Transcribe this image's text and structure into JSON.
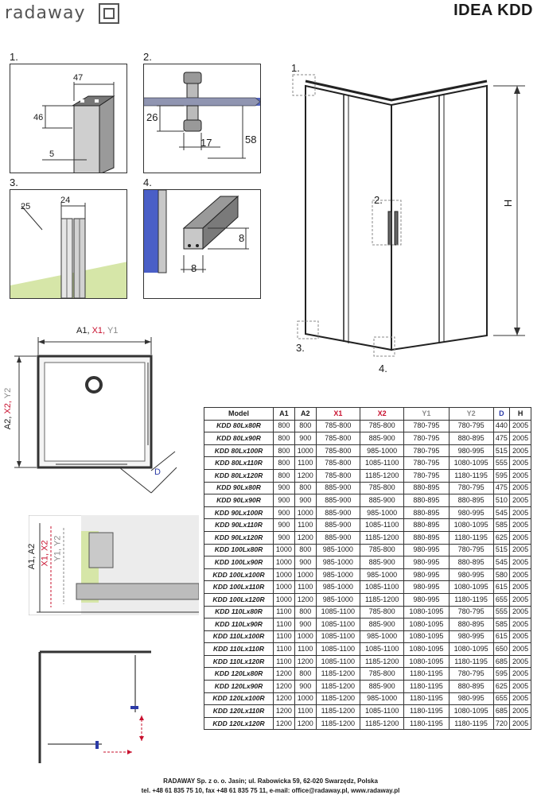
{
  "header": {
    "brand": "radaway",
    "title": "IDEA KDD"
  },
  "details": {
    "d1": {
      "label": "1.",
      "dim_top": "47",
      "dim_left": "46",
      "dim_bottom": "5"
    },
    "d2": {
      "label": "2.",
      "dim_left": "26",
      "dim_bottom": "17",
      "dim_right": "58"
    },
    "d3": {
      "label": "3.",
      "dim_small": "25",
      "dim_top": "24"
    },
    "d4": {
      "label": "4.",
      "dim_right": "8",
      "dim_bottom": "8"
    }
  },
  "front_view": {
    "marker1": "1.",
    "marker2": "2.",
    "marker3": "3.",
    "marker4": "4.",
    "height_label": "H"
  },
  "plan_view": {
    "top_a1": "A1,",
    "top_x1": "X1,",
    "top_y1": "Y1",
    "side_a2": "A2,",
    "side_x2": "X2,",
    "side_y2": "Y2",
    "diag": "D"
  },
  "section_view": {
    "a": "A1, A2",
    "x": "X1, X2",
    "y": "Y1, Y2"
  },
  "table": {
    "headers": [
      "Model",
      "A1",
      "A2",
      "X1",
      "X2",
      "Y1",
      "Y2",
      "D",
      "H"
    ],
    "rows": [
      [
        "KDD 80Lx80R",
        "800",
        "800",
        "785-800",
        "785-800",
        "780-795",
        "780-795",
        "440",
        "2005"
      ],
      [
        "KDD 80Lx90R",
        "800",
        "900",
        "785-800",
        "885-900",
        "780-795",
        "880-895",
        "475",
        "2005"
      ],
      [
        "KDD 80Lx100R",
        "800",
        "1000",
        "785-800",
        "985-1000",
        "780-795",
        "980-995",
        "515",
        "2005"
      ],
      [
        "KDD 80Lx110R",
        "800",
        "1100",
        "785-800",
        "1085-1100",
        "780-795",
        "1080-1095",
        "555",
        "2005"
      ],
      [
        "KDD 80Lx120R",
        "800",
        "1200",
        "785-800",
        "1185-1200",
        "780-795",
        "1180-1195",
        "595",
        "2005"
      ],
      [
        "KDD 90Lx80R",
        "900",
        "800",
        "885-900",
        "785-800",
        "880-895",
        "780-795",
        "475",
        "2005"
      ],
      [
        "KDD 90Lx90R",
        "900",
        "900",
        "885-900",
        "885-900",
        "880-895",
        "880-895",
        "510",
        "2005"
      ],
      [
        "KDD 90Lx100R",
        "900",
        "1000",
        "885-900",
        "985-1000",
        "880-895",
        "980-995",
        "545",
        "2005"
      ],
      [
        "KDD 90Lx110R",
        "900",
        "1100",
        "885-900",
        "1085-1100",
        "880-895",
        "1080-1095",
        "585",
        "2005"
      ],
      [
        "KDD 90Lx120R",
        "900",
        "1200",
        "885-900",
        "1185-1200",
        "880-895",
        "1180-1195",
        "625",
        "2005"
      ],
      [
        "KDD 100Lx80R",
        "1000",
        "800",
        "985-1000",
        "785-800",
        "980-995",
        "780-795",
        "515",
        "2005"
      ],
      [
        "KDD 100Lx90R",
        "1000",
        "900",
        "985-1000",
        "885-900",
        "980-995",
        "880-895",
        "545",
        "2005"
      ],
      [
        "KDD 100Lx100R",
        "1000",
        "1000",
        "985-1000",
        "985-1000",
        "980-995",
        "980-995",
        "580",
        "2005"
      ],
      [
        "KDD 100Lx110R",
        "1000",
        "1100",
        "985-1000",
        "1085-1100",
        "980-995",
        "1080-1095",
        "615",
        "2005"
      ],
      [
        "KDD 100Lx120R",
        "1000",
        "1200",
        "985-1000",
        "1185-1200",
        "980-995",
        "1180-1195",
        "655",
        "2005"
      ],
      [
        "KDD 110Lx80R",
        "1100",
        "800",
        "1085-1100",
        "785-800",
        "1080-1095",
        "780-795",
        "555",
        "2005"
      ],
      [
        "KDD 110Lx90R",
        "1100",
        "900",
        "1085-1100",
        "885-900",
        "1080-1095",
        "880-895",
        "585",
        "2005"
      ],
      [
        "KDD 110Lx100R",
        "1100",
        "1000",
        "1085-1100",
        "985-1000",
        "1080-1095",
        "980-995",
        "615",
        "2005"
      ],
      [
        "KDD 110Lx110R",
        "1100",
        "1100",
        "1085-1100",
        "1085-1100",
        "1080-1095",
        "1080-1095",
        "650",
        "2005"
      ],
      [
        "KDD 110Lx120R",
        "1100",
        "1200",
        "1085-1100",
        "1185-1200",
        "1080-1095",
        "1180-1195",
        "685",
        "2005"
      ],
      [
        "KDD 120Lx80R",
        "1200",
        "800",
        "1185-1200",
        "785-800",
        "1180-1195",
        "780-795",
        "595",
        "2005"
      ],
      [
        "KDD 120Lx90R",
        "1200",
        "900",
        "1185-1200",
        "885-900",
        "1180-1195",
        "880-895",
        "625",
        "2005"
      ],
      [
        "KDD 120Lx100R",
        "1200",
        "1000",
        "1185-1200",
        "985-1000",
        "1180-1195",
        "980-995",
        "655",
        "2005"
      ],
      [
        "KDD 120Lx110R",
        "1200",
        "1100",
        "1185-1200",
        "1085-1100",
        "1180-1195",
        "1080-1095",
        "685",
        "2005"
      ],
      [
        "KDD 120Lx120R",
        "1200",
        "1200",
        "1185-1200",
        "1185-1200",
        "1180-1195",
        "1180-1195",
        "720",
        "2005"
      ]
    ]
  },
  "footer": {
    "line1": "RADAWAY Sp. z o. o. Jasin; ul. Rabowicka 59, 62-020 Swarzędz, Polska",
    "line2": "tel. +48 61 835 75 10, fax +48 61 835 75 11, e-mail: office@radaway.pl, www.radaway.pl"
  },
  "colors": {
    "x_red": "#c8102e",
    "y_gray": "#8a8a8a",
    "d_blue": "#2b3aa6",
    "glass_blue": "#4a5fc7",
    "floor_green": "#d6e6a8"
  }
}
